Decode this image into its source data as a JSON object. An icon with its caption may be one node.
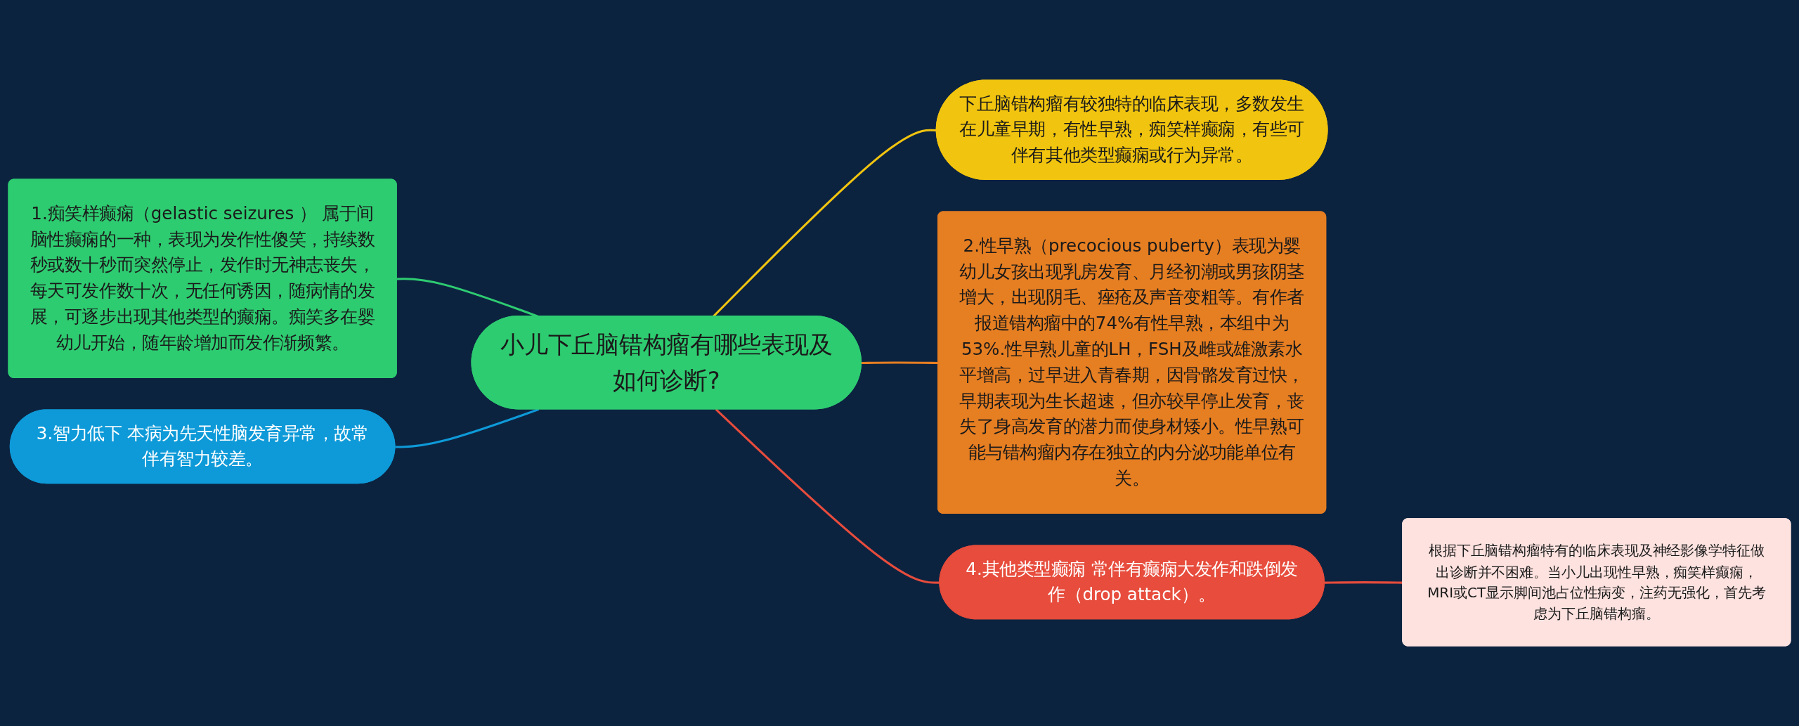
{
  "diagram": {
    "nodes": [
      {
        "text": [
          "小儿下丘脑错构瘤有哪些表现及如何诊断?"
        ]
      },
      {
        "text": [
          "下丘脑错构瘤有较独特的临床表现，多数发生在儿童早期，有性早熟，痴笑样癫痫，有些可伴有其他类型癫痫或行为异常。"
        ]
      },
      {
        "text": [
          "1.痴笑样癫痫（gelastic seizures ） 属于间脑性癫痫的一种，表现为发作性傻笑，持续数秒或数十秒而突然停止，发作时无神志丧失，每天可发作数十次，无任何诱因，随病情的发展，可逐步出现其他类型的癫痫。痴笑多在婴幼儿开始，随年龄增加而发作渐频繁。"
        ]
      },
      {
        "text": [
          "2.性早熟（precocious puberty）表现为婴幼儿女孩出现乳房发育、月经初潮或男孩阴茎增大，出现阴毛、痤疮及声音变粗等。有作者报道错构瘤中的74%有性早熟，本组中为53%.性早熟儿童的LH，FSH及雌或雄激素水平增高，过早进入青春期，因骨骼发育过快，早期表现为生长超速，但亦较早停止发育，丧失了身高发育的潜力而使身材矮小。性早熟可能与错构瘤内存在独立的内分泌功能单位有关。"
        ]
      },
      {
        "text": [
          "3.智力低下 本病为先天性脑发育异常，故常伴有智力较差。"
        ]
      },
      {
        "text": [
          "4.其他类型癫痫 常伴有癫痫大发作和跌倒发作（drop attack）。"
        ]
      },
      {
        "text": [
          "根据下丘脑错构瘤特有的临床表现及神经影像学特征做出诊断并不困难。当小儿出现性早熟，痴笑样癫痫，MRI或CT显示脚间池占位性病变，注药无强化，首先考虑为下丘脑错构瘤。"
        ]
      }
    ],
    "edges": [
      {
        "from": 0,
        "to": 1,
        "arrow": "none",
        "color": "#f1c40f"
      },
      {
        "from": 2,
        "to": 0,
        "arrow": "none",
        "color": "#2ecc71"
      },
      {
        "from": 0,
        "to": 3,
        "arrow": "none",
        "color": "#e67e22"
      },
      {
        "from": 4,
        "to": 0,
        "arrow": "none",
        "color": "#0e9ad8"
      },
      {
        "from": 0,
        "to": 5,
        "arrow": "none",
        "color": "#e74c3c"
      },
      {
        "from": 5,
        "to": 6,
        "arrow": "none",
        "color": "#e74c3c"
      }
    ]
  }
}
